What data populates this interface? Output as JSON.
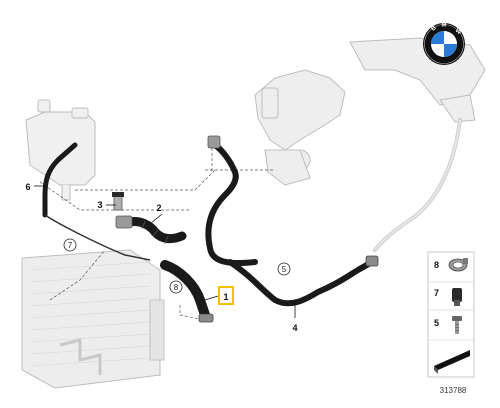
{
  "callouts": {
    "c1": "1",
    "c2": "2",
    "c3": "3",
    "c4": "4",
    "c5": "5",
    "c6": "6",
    "c7": "7",
    "c8": "8"
  },
  "legend": {
    "item8": "8",
    "item7": "7",
    "item5": "5"
  },
  "reference_number": "313788",
  "colors": {
    "hose": "#1a1a1a",
    "ghost": "#c8c8c8",
    "highlight": "#f2c200"
  },
  "logo": {
    "brand_letters": "BMW"
  }
}
